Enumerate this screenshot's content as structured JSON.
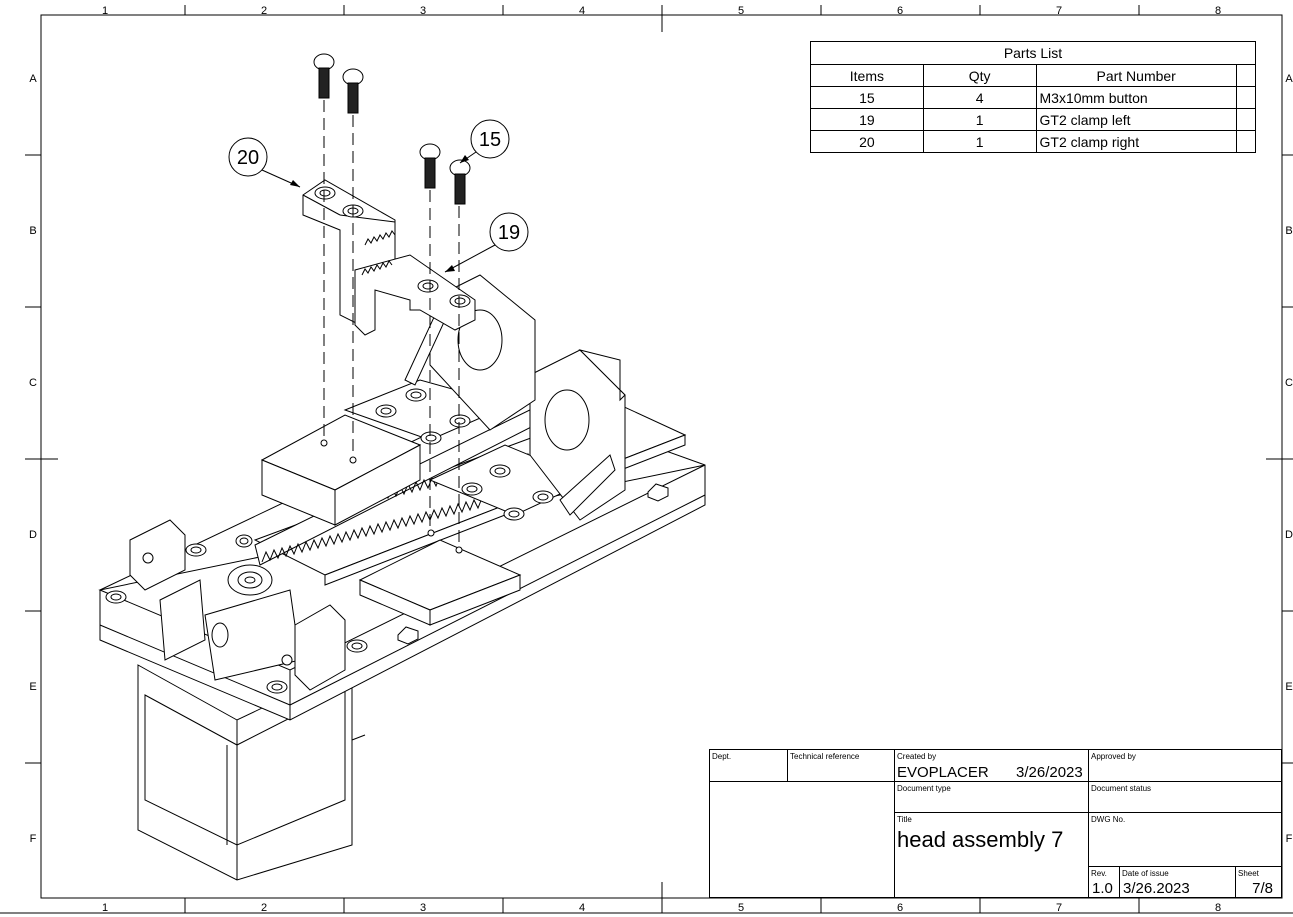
{
  "zones": {
    "columns": [
      "1",
      "2",
      "3",
      "4",
      "5",
      "6",
      "7",
      "8"
    ],
    "rows": [
      "A",
      "B",
      "C",
      "D",
      "E",
      "F"
    ]
  },
  "parts_list": {
    "title": "Parts List",
    "headers": [
      "Items",
      "Qty",
      "Part Number"
    ],
    "rows": [
      {
        "item": "15",
        "qty": "4",
        "part": "M3x10mm button"
      },
      {
        "item": "19",
        "qty": "1",
        "part": "GT2 clamp left"
      },
      {
        "item": "20",
        "qty": "1",
        "part": "GT2 clamp right"
      }
    ]
  },
  "callouts": [
    "20",
    "15",
    "19"
  ],
  "title_block": {
    "dept_label": "Dept.",
    "tech_ref_label": "Technical reference",
    "created_by_label": "Created by",
    "created_by": "EVOPLACER",
    "created_date": "3/26/2023",
    "approved_by_label": "Approved by",
    "document_type_label": "Document type",
    "document_status_label": "Document status",
    "title_label": "Title",
    "title": "head assembly 7",
    "dwg_no_label": "DWG No.",
    "rev_label": "Rev.",
    "rev": "1.0",
    "date_of_issue_label": "Date of issue",
    "date_of_issue": "3/26.2023",
    "sheet_label": "Sheet",
    "sheet": "7/8"
  }
}
